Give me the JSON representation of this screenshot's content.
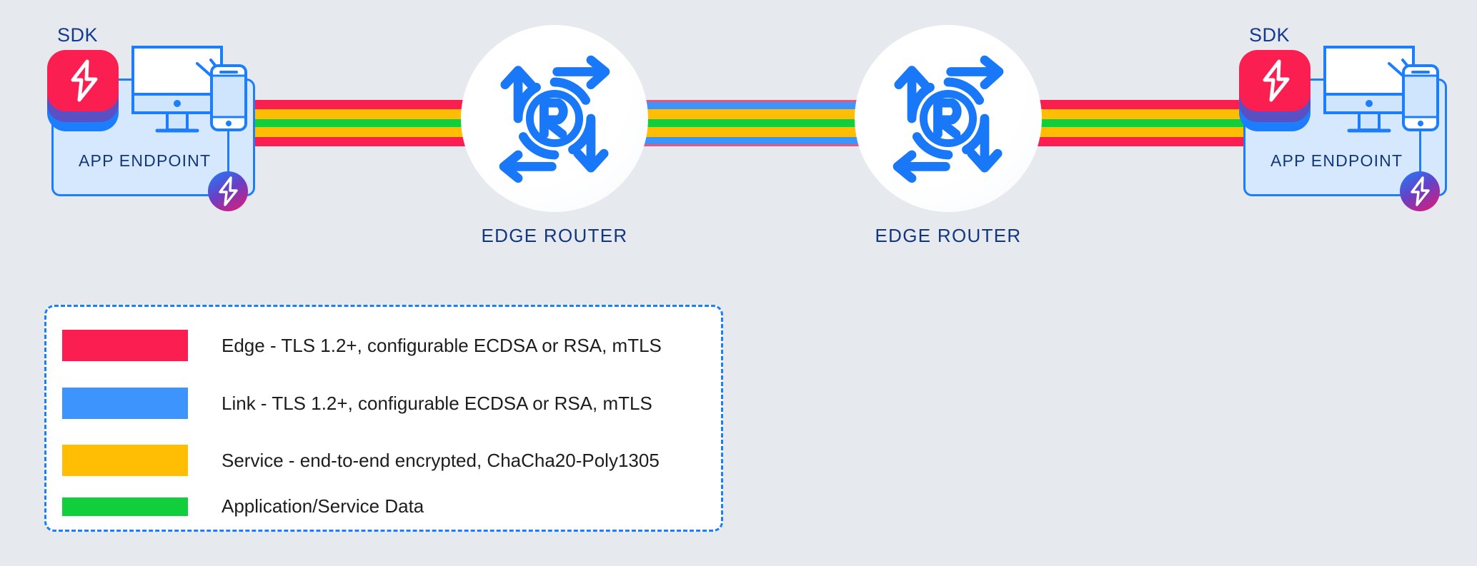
{
  "background_color": "#e6eaee",
  "palette": {
    "edge_red": "#fb1e50",
    "link_blue": "#3d94fd",
    "service_yellow": "#ffbe04",
    "data_green": "#10ce3c",
    "accent_blue": "#1d7efd",
    "navy_text": "#12377f",
    "panel_fill": "#d6e8fd",
    "white": "#ffffff"
  },
  "nodes": {
    "left_endpoint": {
      "sdk_label": "SDK",
      "box_label": "APP ENDPOINT",
      "sdk_icon": "sdk-stack-icon",
      "device_icon": "desktop-and-phone-icon",
      "badge_icon": "ziti-bolt-badge-icon"
    },
    "right_endpoint": {
      "sdk_label": "SDK",
      "box_label": "APP ENDPOINT",
      "sdk_icon": "sdk-stack-icon",
      "device_icon": "desktop-and-phone-icon",
      "badge_icon": "ziti-bolt-badge-icon"
    },
    "left_router": {
      "label": "EDGE ROUTER",
      "icon": "router-arrows-icon"
    },
    "right_router": {
      "label": "EDGE ROUTER",
      "icon": "router-arrows-icon"
    }
  },
  "legend": {
    "items": [
      {
        "color": "#fb1e50",
        "label": "Edge - TLS 1.2+, configurable ECDSA or RSA, mTLS"
      },
      {
        "color": "#3d94fd",
        "label": "Link - TLS 1.2+, configurable ECDSA or RSA, mTLS"
      },
      {
        "color": "#ffbe04",
        "label": "Service - end-to-end encrypted, ChaCha20-Poly1305"
      },
      {
        "color": "#10ce3c",
        "label": "Application/Service Data"
      }
    ]
  },
  "connection_layers": {
    "endpoint_to_router": [
      "edge_red",
      "service_yellow",
      "data_green",
      "service_yellow",
      "edge_red"
    ],
    "router_to_router": [
      "link_blue",
      "service_yellow",
      "data_green",
      "service_yellow",
      "link_blue"
    ]
  }
}
